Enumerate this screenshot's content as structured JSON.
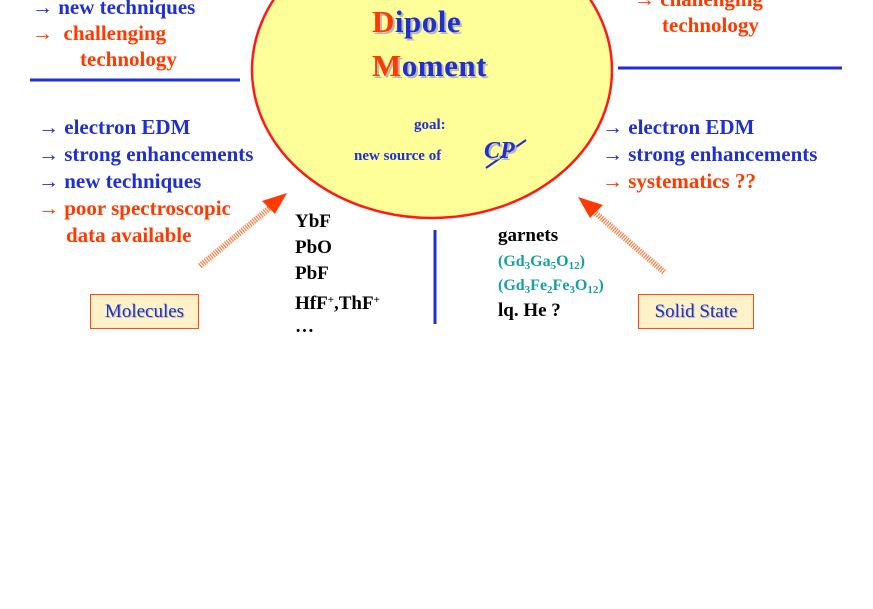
{
  "top_left": {
    "items": [
      {
        "arrow": "→",
        "text": "new techniques",
        "color": "#1f2fd0"
      },
      {
        "arrow": "→",
        "text": "challenging",
        "color": "#ff3a00"
      },
      {
        "arrow": "",
        "text": "technology",
        "color": "#ff3a00"
      }
    ]
  },
  "top_right": {
    "items": [
      {
        "arrow": "→",
        "text": "challenging",
        "color": "#ff3a00"
      },
      {
        "arrow": "",
        "text": "technology",
        "color": "#ff3a00"
      }
    ]
  },
  "center": {
    "line1_first": "D",
    "line1_rest": "ipole",
    "line2_first": "M",
    "line2_rest": "oment",
    "goal_label": "goal:",
    "goal_text": "new source of",
    "cp": "CP"
  },
  "left_list": {
    "items": [
      {
        "text": "→ electron EDM"
      },
      {
        "text": "→ strong enhancements"
      },
      {
        "text": "→ new techniques"
      },
      {
        "text": "→ poor spectroscopic"
      },
      {
        "text": "data available"
      }
    ]
  },
  "right_list": {
    "items": [
      {
        "text": "→ electron EDM"
      },
      {
        "text": "→ strong enhancements"
      },
      {
        "text": "→ systematics ??"
      }
    ]
  },
  "molecules": {
    "label": "Molecules",
    "items": [
      "YbF",
      "PbO",
      "PbF",
      "…"
    ],
    "hf_a": "HfF",
    "hf_sup": "+",
    "hf_b": ",ThF",
    "th_sup": "+"
  },
  "solid_state": {
    "label": "Solid State",
    "garnets": "garnets",
    "lq": "lq. He ?",
    "ggg": {
      "open": "(Gd",
      "s1": "3",
      "m1": "Ga",
      "s2": "5",
      "m2": "O",
      "s3": "12",
      "close": ")"
    },
    "gfg": {
      "open": "(Gd",
      "s1": "3",
      "m1": "Fe",
      "s2": "2",
      "m2": "Fe",
      "s3": "3",
      "m3": "O",
      "s4": "12",
      "close": ")"
    }
  },
  "colors": {
    "blue": "#1f2fd0",
    "red": "#ff3a00",
    "teal": "#14a0a6",
    "yellow": "#ffff99",
    "box_bg": "#fff2c8"
  }
}
